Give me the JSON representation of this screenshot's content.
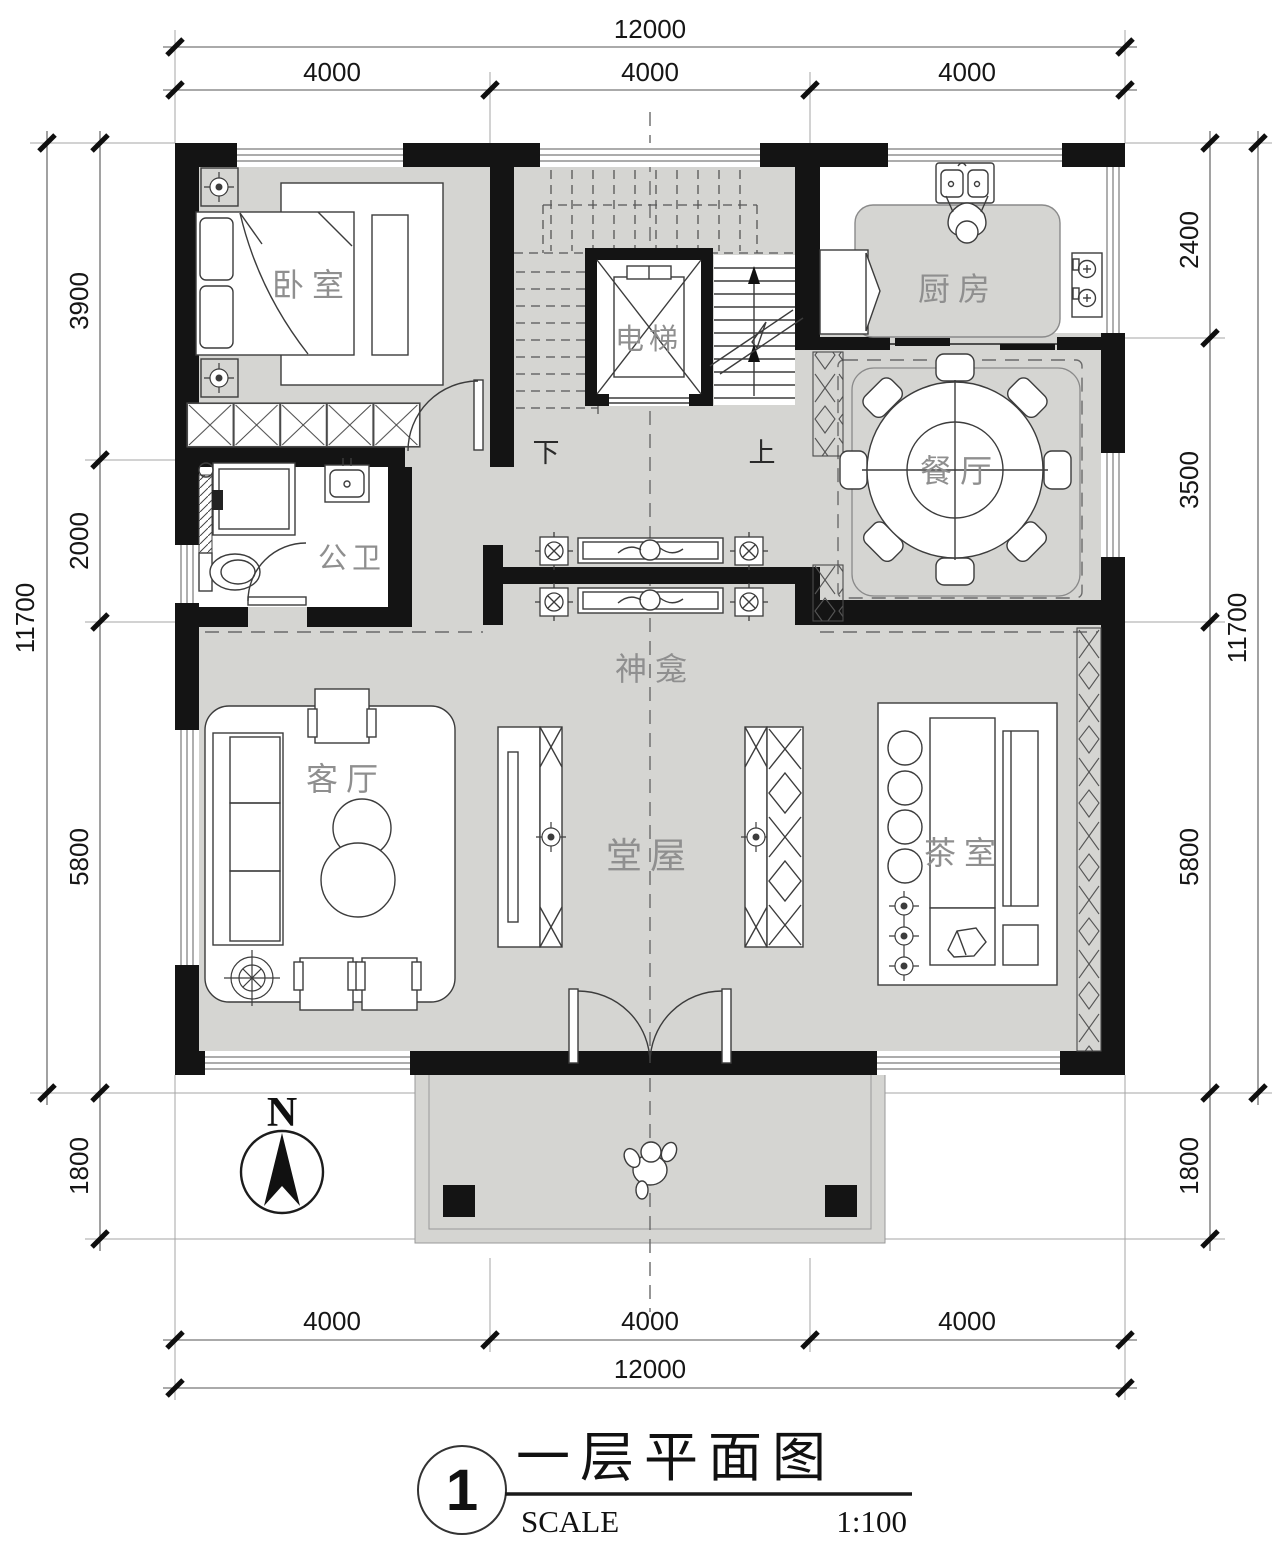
{
  "title_block": {
    "number": "1",
    "title": "一层平面图",
    "scale_label": "SCALE",
    "scale_value": "1:100"
  },
  "compass": {
    "north": "N"
  },
  "rooms": {
    "bedroom": "卧室",
    "elevator": "电梯",
    "kitchen": "厨房",
    "dining": "餐厅",
    "bathroom": "公卫",
    "shrine": "神龛",
    "living": "客厅",
    "hall": "堂屋",
    "tea_room": "茶室"
  },
  "stairs": {
    "down": "下",
    "up": "上"
  },
  "dimensions": {
    "top": {
      "total": "12000",
      "segments": [
        "4000",
        "4000",
        "4000"
      ]
    },
    "bottom": {
      "total": "12000",
      "segments": [
        "4000",
        "4000",
        "4000"
      ]
    },
    "left": {
      "total": "11700",
      "segments": [
        "3900",
        "2000",
        "5800",
        "1800"
      ]
    },
    "right": {
      "total": "11700",
      "segments": [
        "2400",
        "3500",
        "5800",
        "1800"
      ]
    }
  },
  "colors": {
    "wall": "#141414",
    "floor": "#d5d5d2",
    "label": "#8f8f8f"
  }
}
